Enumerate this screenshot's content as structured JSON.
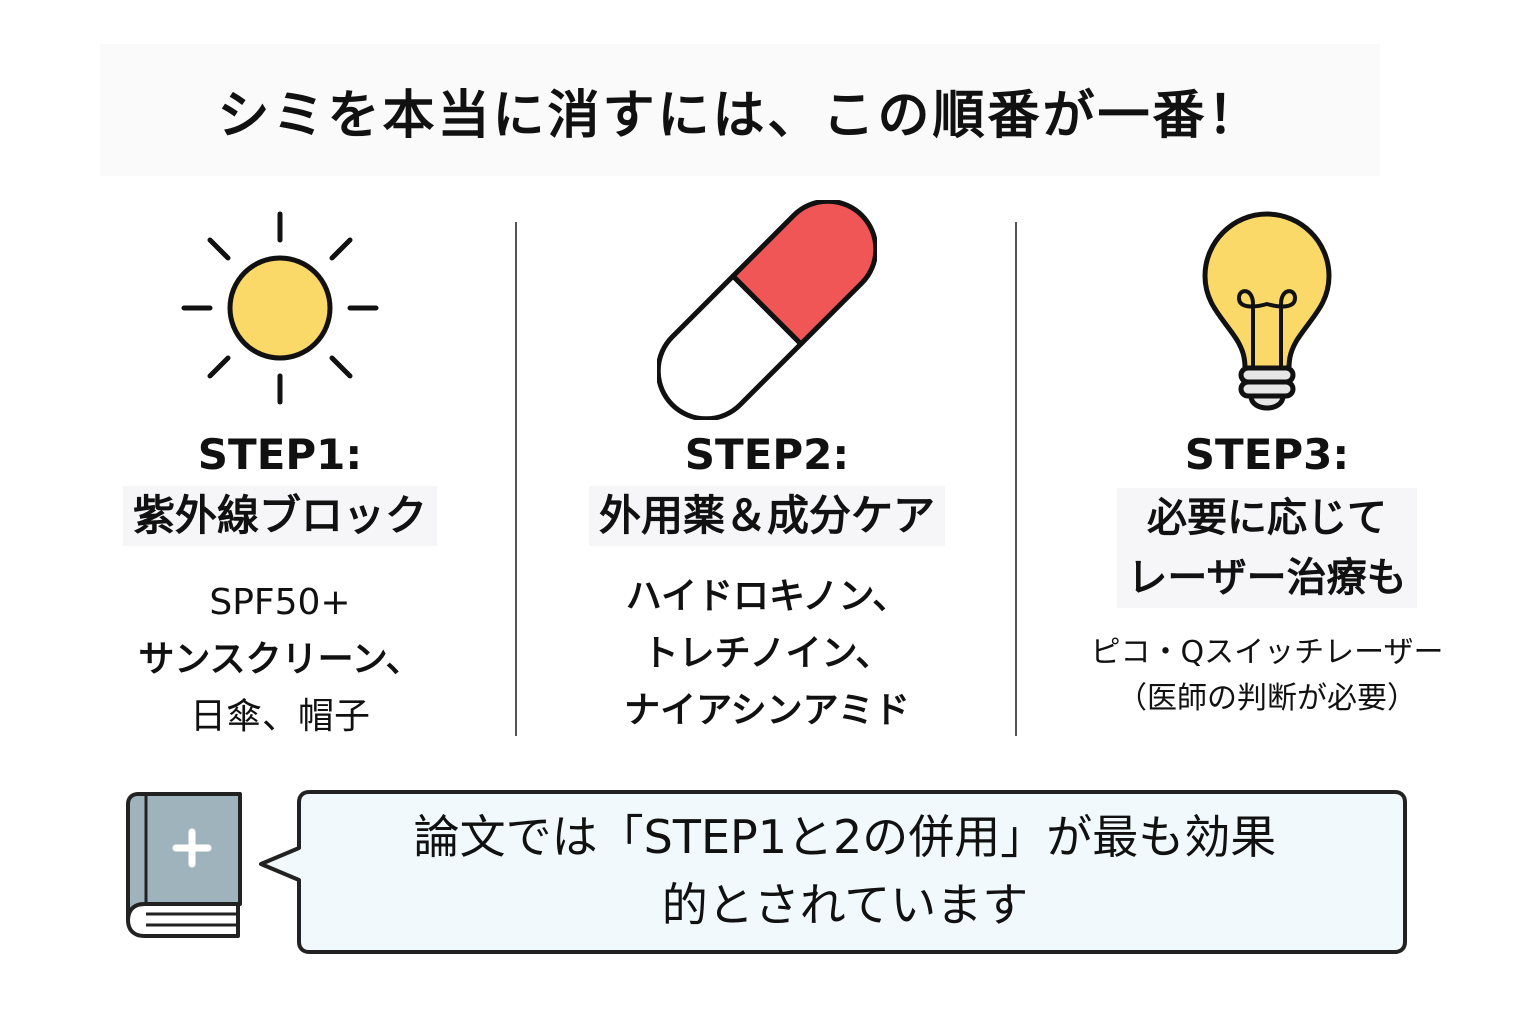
{
  "title": "シミを本当に消すには、この順番が一番！",
  "steps": [
    {
      "label": "STEP1:",
      "title": [
        "紫外線ブロック"
      ],
      "description": [
        "SPF50+",
        "サンスクリーン、",
        "日傘、帽子"
      ],
      "icon": "sun-icon",
      "colors": {
        "icon_fill": "#FBD968",
        "icon_stroke": "#111111"
      }
    },
    {
      "label": "STEP2:",
      "title": [
        "外用薬＆成分ケア"
      ],
      "description": [
        "ハイドロキノン、",
        "トレチノイン、",
        "ナイアシンアミド"
      ],
      "icon": "capsule-icon",
      "colors": {
        "icon_fill": "#F05656",
        "icon_stroke": "#111111"
      }
    },
    {
      "label": "STEP3:",
      "title": [
        "必要に応じて",
        "レーザー治療も"
      ],
      "description": [
        "ピコ・Qスイッチレーザー",
        "（医師の判断が必要）"
      ],
      "icon": "lightbulb-icon",
      "colors": {
        "icon_fill": "#FBD968",
        "icon_stroke": "#111111"
      }
    }
  ],
  "footer": {
    "icon": "medical-book-icon",
    "lines": [
      "論文では「STEP1と2の併用」が最も効果",
      "的とされています"
    ],
    "colors": {
      "book_cover": "#9FB3BC",
      "bubble_fill": "#F1F9FC",
      "stroke": "#222222"
    }
  }
}
